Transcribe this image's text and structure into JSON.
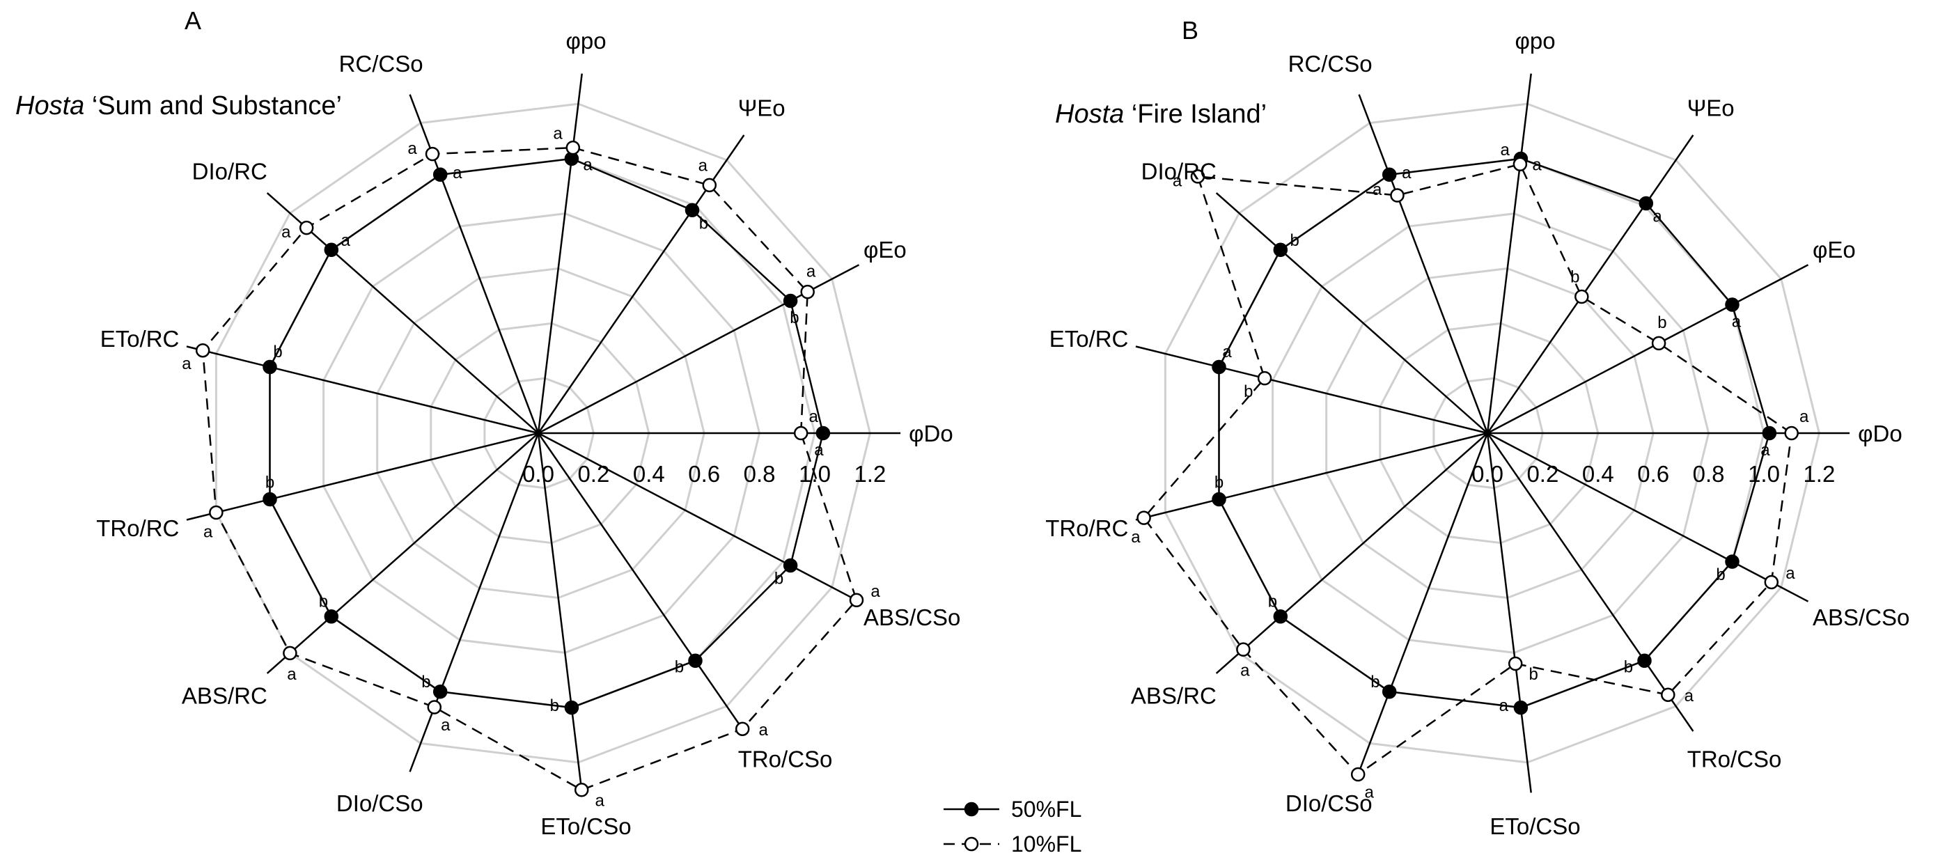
{
  "chart_data": [
    {
      "type": "radar",
      "panel_label": "A",
      "title_italic": "Hosta",
      "title_rest": " ‘Sum and Substance’",
      "axes": [
        "φDo",
        "φEo",
        "ΨEo",
        "φpo",
        "RC/CSo",
        "DIo/RC",
        "ETo/RC",
        "TRo/RC",
        "ABS/RC",
        "DIo/CSo",
        "ETo/CSo",
        "TRo/CSo",
        "ABS/CSo"
      ],
      "radial_ticks": [
        "0.0",
        "0.2",
        "0.4",
        "0.6",
        "0.8",
        "1.0",
        "1.2"
      ],
      "rlim": [
        0,
        1.2
      ],
      "series": [
        {
          "name": "50%FL",
          "values": [
            1.03,
            1.03,
            0.98,
            1.0,
            1.0,
            1.0,
            1.0,
            1.0,
            1.0,
            1.0,
            1.0,
            1.0,
            1.03
          ],
          "letters": [
            "a",
            "b",
            "b",
            "a",
            "a",
            "a",
            "b",
            "b",
            "b",
            "b",
            "b",
            "b",
            "b"
          ]
        },
        {
          "name": "10%FL",
          "values": [
            0.95,
            1.1,
            1.09,
            1.04,
            1.08,
            1.12,
            1.25,
            1.2,
            1.2,
            1.06,
            1.3,
            1.3,
            1.3
          ],
          "letters": [
            "a",
            "a",
            "a",
            "a",
            "a",
            "a",
            "a",
            "a",
            "a",
            "a",
            "a",
            "a",
            "a"
          ]
        }
      ]
    },
    {
      "type": "radar",
      "panel_label": "B",
      "title_italic": "Hosta",
      "title_rest": " ‘Fire Island’",
      "axes": [
        "φDo",
        "φEo",
        "ΨEo",
        "φpo",
        "RC/CSo",
        "DIo/RC",
        "ETo/RC",
        "TRo/RC",
        "ABS/RC",
        "DIo/CSo",
        "ETo/CSo",
        "TRo/CSo",
        "ABS/CSo"
      ],
      "radial_ticks": [
        "0.0",
        "0.2",
        "0.4",
        "0.6",
        "0.8",
        "1.0",
        "1.2"
      ],
      "rlim": [
        0,
        1.2
      ],
      "series": [
        {
          "name": "50%FL",
          "values": [
            1.02,
            1.0,
            1.01,
            1.0,
            1.0,
            1.0,
            1.0,
            1.0,
            1.0,
            1.0,
            1.0,
            1.0,
            1.0
          ],
          "letters": [
            "a",
            "a",
            "a",
            "a",
            "a",
            "b",
            "a",
            "b",
            "b",
            "b",
            "a",
            "b",
            "b"
          ]
        },
        {
          "name": "10%FL",
          "values": [
            1.1,
            0.7,
            0.6,
            0.98,
            0.92,
            1.4,
            0.83,
            1.28,
            1.18,
            1.32,
            0.84,
            1.15,
            1.16
          ],
          "letters": [
            "a",
            "b",
            "b",
            "a",
            "a",
            "a",
            "b",
            "a",
            "a",
            "a",
            "b",
            "a",
            "a"
          ]
        }
      ]
    }
  ],
  "legend": {
    "items": [
      {
        "label": "50%FL",
        "marker": "filled",
        "dash": "solid"
      },
      {
        "label": "10%FL",
        "marker": "open",
        "dash": "dashed"
      }
    ]
  }
}
